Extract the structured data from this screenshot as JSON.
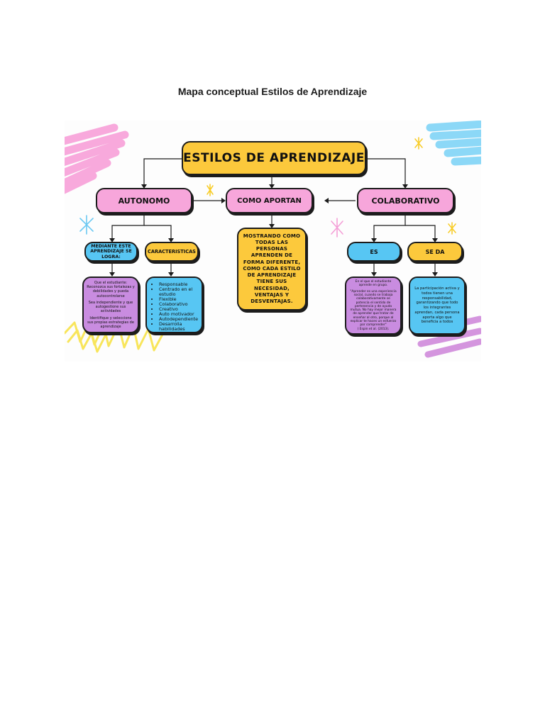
{
  "page": {
    "title": "Mapa conceptual Estilos de Aprendizaje"
  },
  "map": {
    "root": "ESTILOS DE APRENDIZAJE",
    "autonomo": "AUTONOMO",
    "como_aportan": "COMO APORTAN",
    "colaborativo": "COLABORATIVO",
    "mediante": "MEDIANTE ESTE APRENDIZAJE SE LOGRA:",
    "caracteristicas": "CARACTERISTICAS",
    "aporte_text": "MOSTRANDO COMO TODAS LAS PERSONAS APRENDEN DE FORMA DIFERENTE, COMO CADA ESTILO DE APRENDIZAJE TIENE SUS NECESIDAD, VENTAJAS Y DESVENTAJAS.",
    "es": "ES",
    "se_da": "SE DA",
    "logra_lines": [
      "Que el estudiante:",
      "Reconozca sus fortalezas y debilidades y pueda autocontrolarse",
      "Sea independiente y que autogestione sus actividades",
      "Identifique y seleccione sus propias estrategias de aprendizaje"
    ],
    "caracteristicas_items": [
      "Responsable",
      "Centrado en el estudio",
      "Flexible",
      "Colaborativo",
      "Creativo",
      "Auto motivador",
      "Autodependiente",
      "Desarrolla habilidades"
    ],
    "es_lines": [
      "En el que el estudiante aprende en grupo.",
      "\"Aprender es una experiencia social, cuando se trabaja colaborativamente se potencia el sentido de pertenencia y de ayuda mutua. No hay mejor manera de aprender que tratar de enseñar al otro, porque al explicar te haces un esfuerzo por comprender\"",
      "( Espin et al. (2013)."
    ],
    "se_da_text": "La participación activa y todos tienen una responsabilidad, garantizando que todo los integrantes aprendan, cada persona aporta algo que beneficia a todos"
  },
  "colors": {
    "yellow": "#fcc93c",
    "pink": "#f7a6db",
    "blue": "#57c6f3",
    "purple": "#c98ce0"
  },
  "icons": [
    "pink-brush-stroke",
    "blue-brush-stroke",
    "yellow-zigzag-stroke",
    "purple-brush-stroke",
    "sparkle-icon"
  ]
}
